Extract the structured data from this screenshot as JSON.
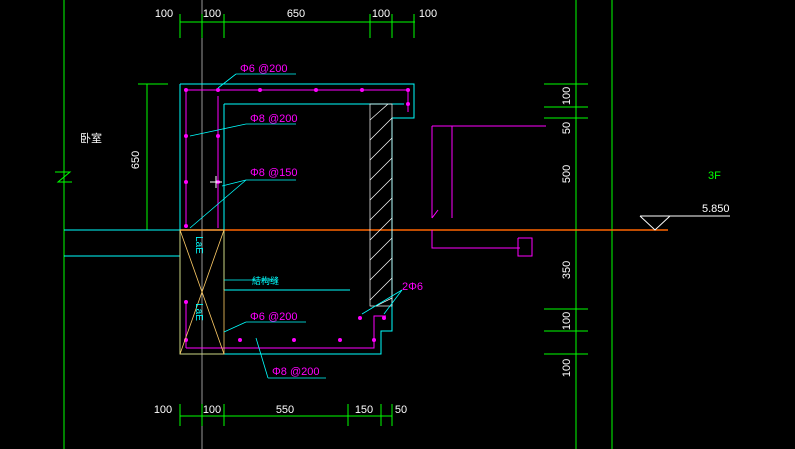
{
  "dims": {
    "top": [
      "100",
      "100",
      "650",
      "100",
      "100"
    ],
    "bottom": [
      "100",
      "100",
      "550",
      "150",
      "50"
    ],
    "left": [
      "650"
    ],
    "right": [
      "100",
      "50",
      "500",
      "350",
      "100",
      "100"
    ]
  },
  "labels": {
    "room": "卧室",
    "rebar_top_slab": "Φ6 @200",
    "rebar_wall_1": "Φ8 @200",
    "rebar_wall_2": "Φ8 @150",
    "rebar_bottom_1": "Φ6 @200",
    "rebar_bottom_2": "Φ8 @200",
    "rebar_corner": "2Φ6",
    "lae_1": "LaE",
    "lae_2": "LaE",
    "note": "結构缝",
    "floor": "3F",
    "elevation": "5.850"
  },
  "colors": {
    "background": "#000000",
    "dimension": "#00ff00",
    "outline": "#00ffff",
    "rebar": "#ff00ff",
    "floor_line": "#ff6600",
    "text": "#ffffff",
    "pointer": "#ffffff",
    "hatch": "#ffffff"
  }
}
